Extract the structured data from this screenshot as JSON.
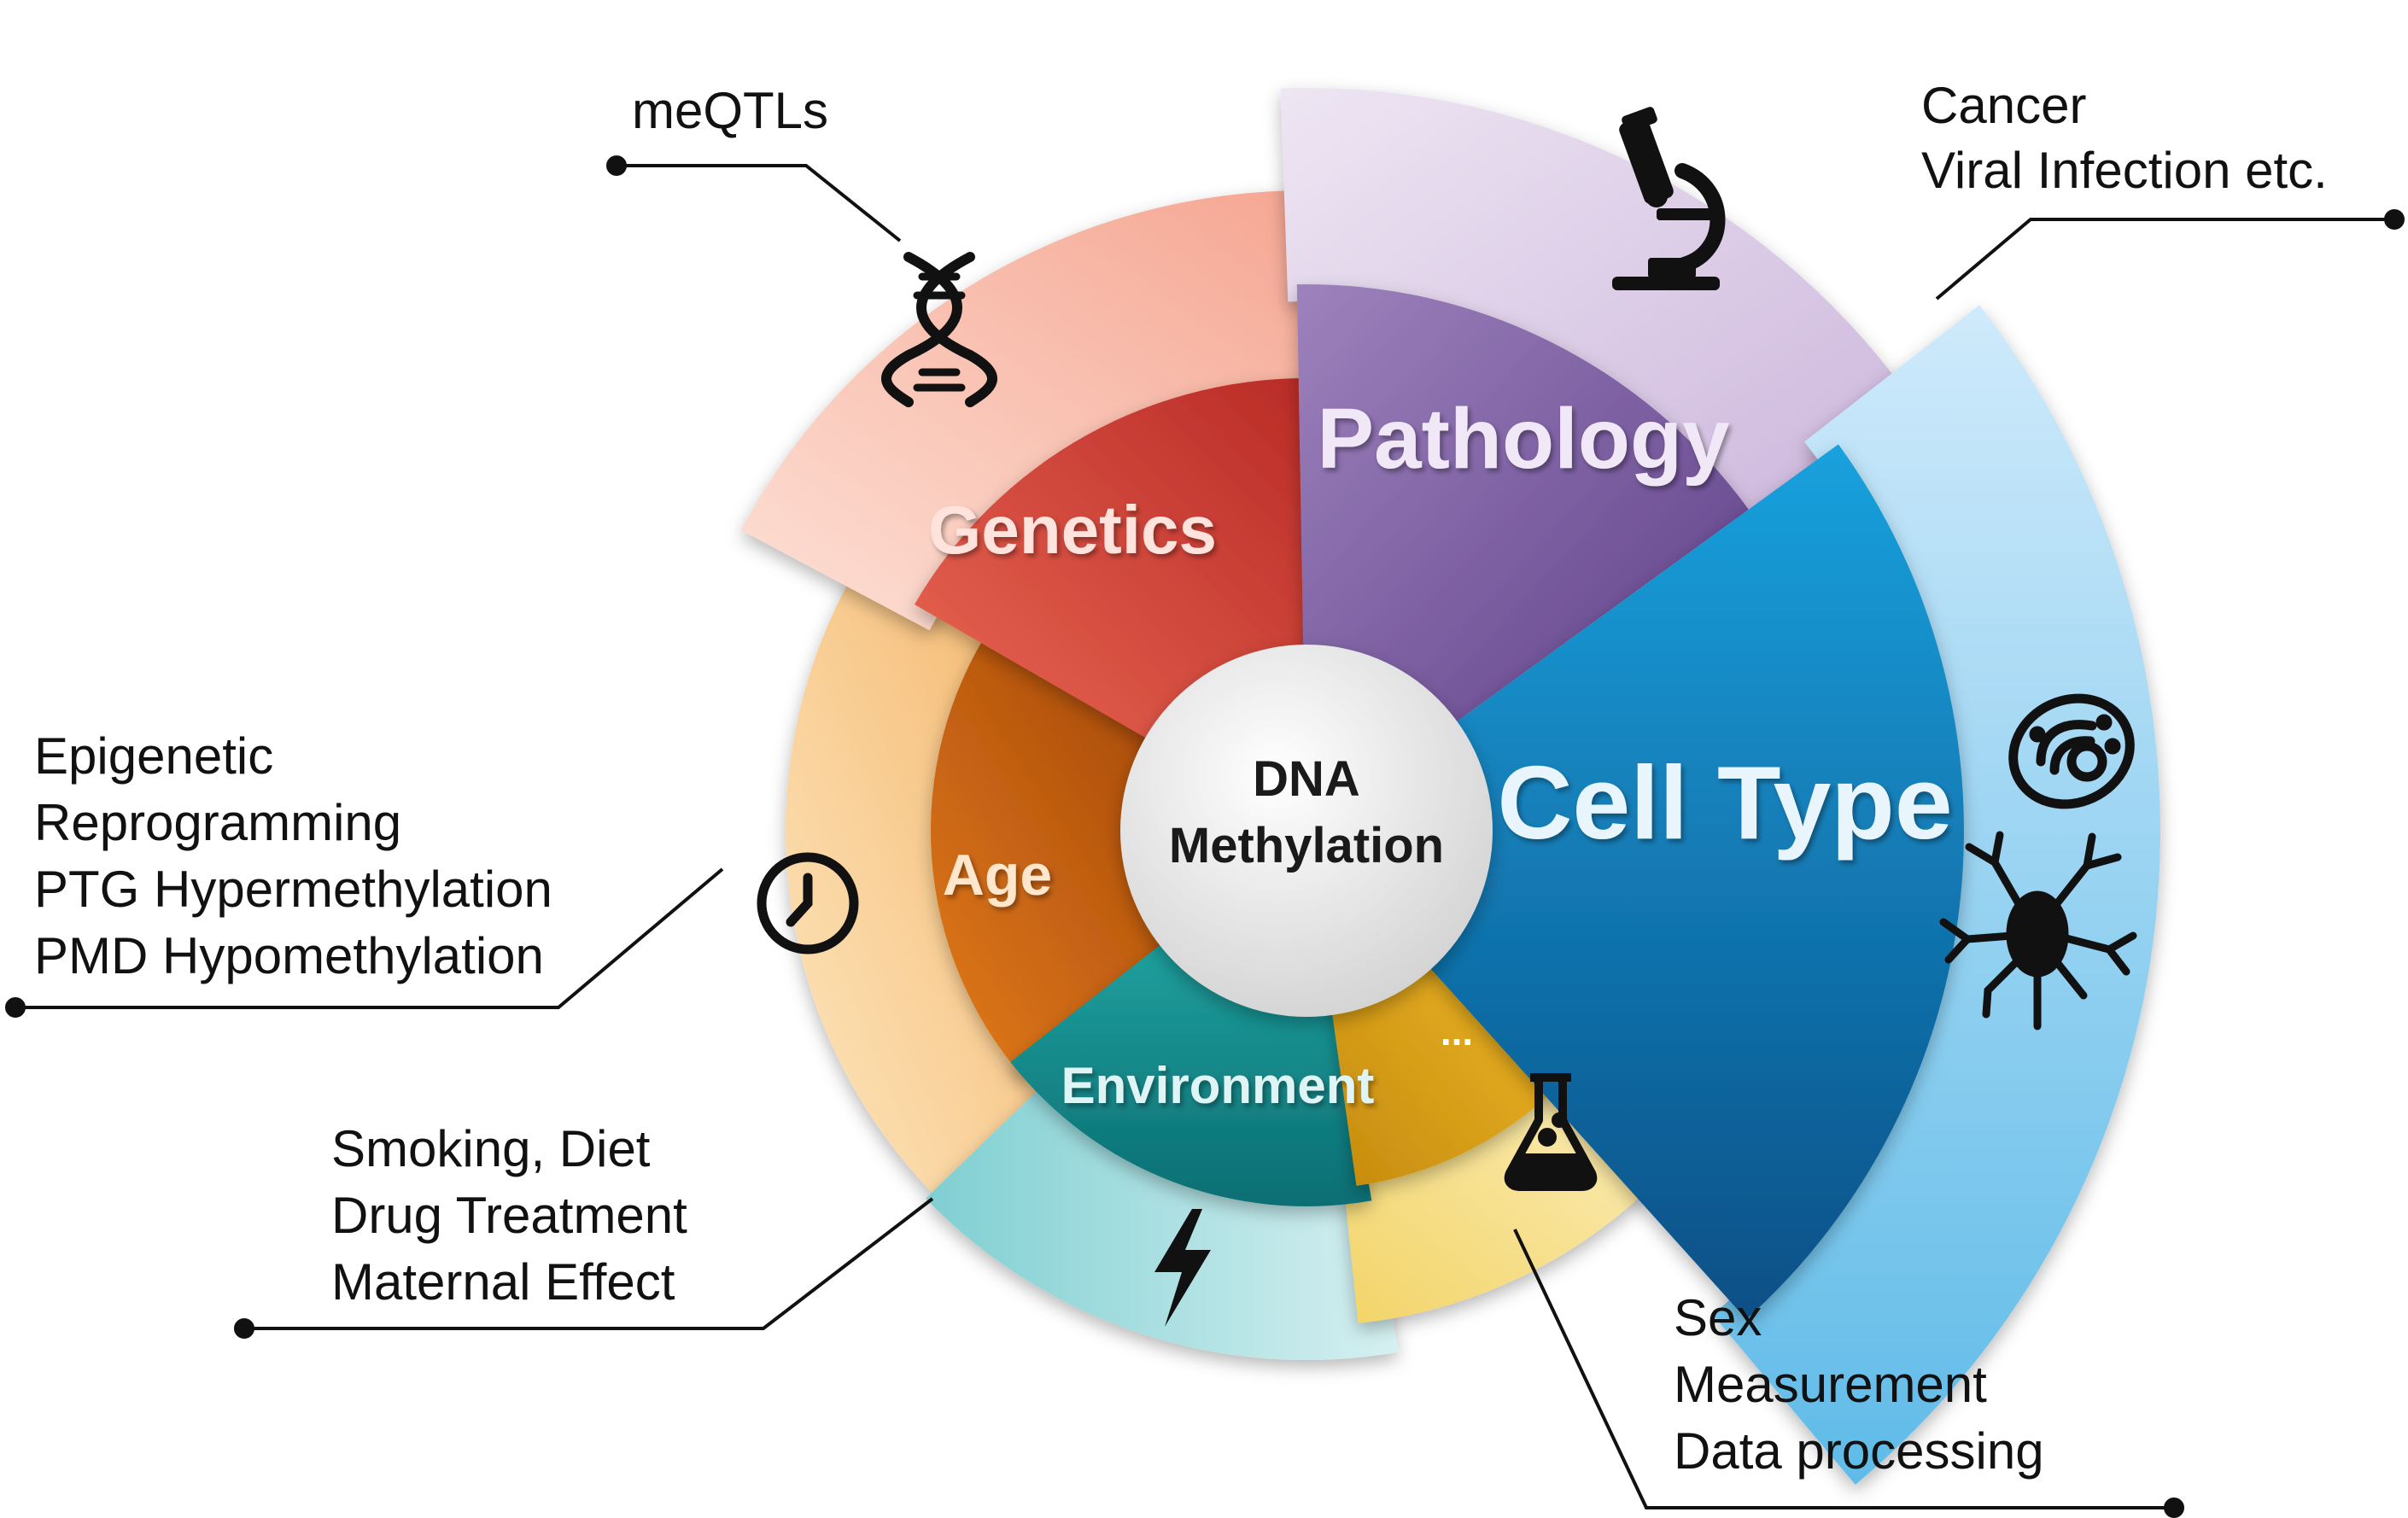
{
  "center": {
    "line1": "DNA",
    "line2": "Methylation"
  },
  "segments": [
    {
      "key": "genetics",
      "label": "Genetics",
      "icon": "dna-icon"
    },
    {
      "key": "pathology",
      "label": "Pathology",
      "icon": "microscope-icon"
    },
    {
      "key": "celltype",
      "label": "Cell Type",
      "icon": "cell-icon"
    },
    {
      "key": "other",
      "label": "...",
      "icon": "flask-icon"
    },
    {
      "key": "environment",
      "label": "Environment",
      "icon": "lightning-icon"
    },
    {
      "key": "age",
      "label": "Age",
      "icon": "clock-icon"
    }
  ],
  "annotations": {
    "genetics": [
      "meQTLs"
    ],
    "pathology": [
      "Cancer",
      "Viral Infection etc."
    ],
    "age": [
      "Epigenetic",
      "Reprogramming",
      "PTG Hypermethylation",
      "PMD Hypomethylation"
    ],
    "environment": [
      "Smoking, Diet",
      "Drug Treatment",
      "Maternal Effect"
    ],
    "other": [
      "Sex",
      "Measurement",
      "Data processing"
    ]
  },
  "colors": {
    "genetics": {
      "inner": [
        "#b82a26",
        "#ec6a55"
      ],
      "outer": [
        "#f5a38f",
        "#fde1d6"
      ]
    },
    "pathology": {
      "inner": [
        "#5b3d86",
        "#9d82bd"
      ],
      "outer": [
        "#cbb4db",
        "#eee6f3"
      ]
    },
    "celltype": {
      "inner": [
        "#0a4f86",
        "#1aa1dd"
      ],
      "outer": [
        "#5fbbe8",
        "#cfeafb"
      ]
    },
    "other": {
      "inner": [
        "#c58a0c",
        "#f0b92a"
      ],
      "outer": [
        "#f3d468",
        "#fbeebb"
      ]
    },
    "environment": {
      "inner": [
        "#0b6e73",
        "#22a9a6"
      ],
      "outer": [
        "#7fcfd2",
        "#d6f0f1"
      ]
    },
    "age": {
      "inner": [
        "#9c3f05",
        "#e27b1c"
      ],
      "outer": [
        "#f4b56a",
        "#fde6be"
      ]
    },
    "hub": [
      "#ffffff",
      "#cfcfcf"
    ]
  }
}
